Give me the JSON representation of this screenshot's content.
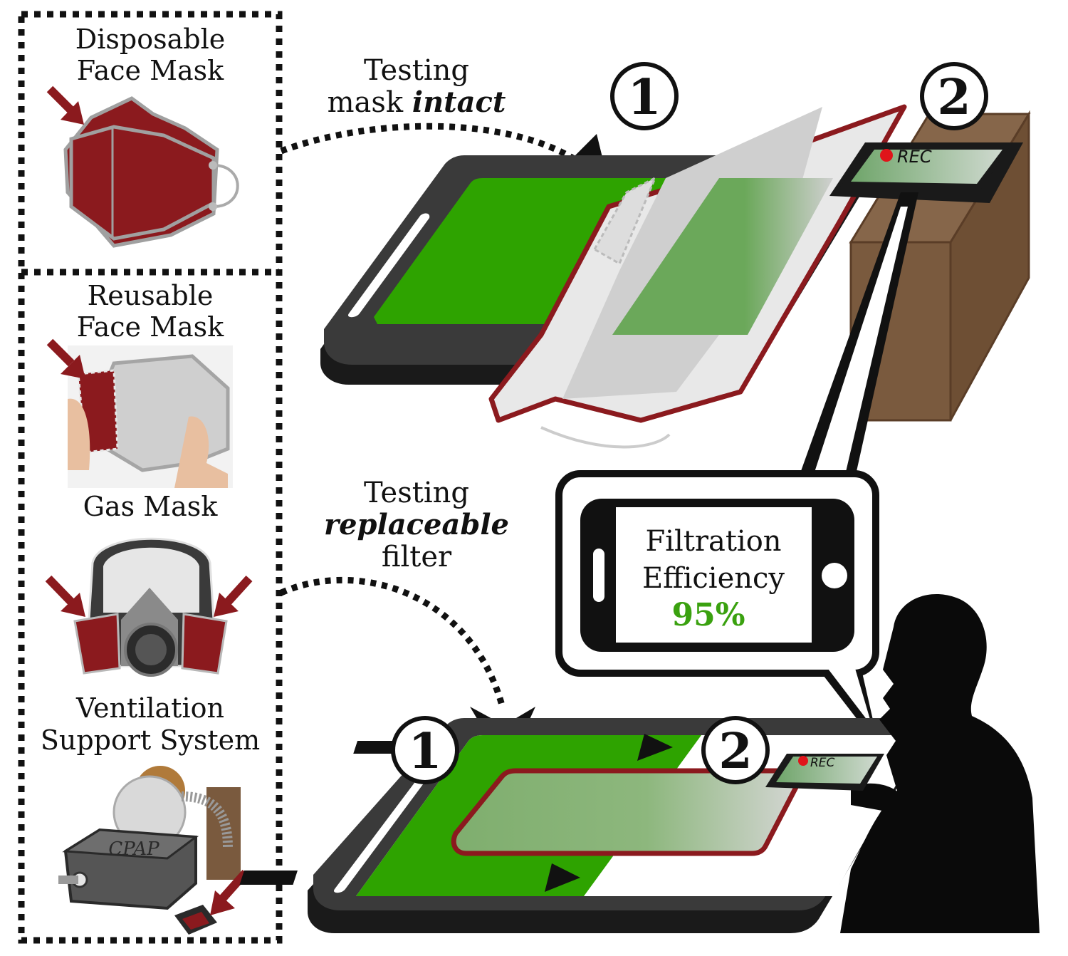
{
  "colors": {
    "mask_red": "#8b1a1e",
    "screen_green": "#2ea300",
    "phone_dark": "#1a1a1a",
    "box_brown": "#7a5a3e",
    "rec_red": "#e0141a",
    "filter_gray": "#cfcfcf",
    "percent_green": "#3aa10f"
  },
  "left_panel": {
    "disposable": {
      "line1": "Disposable",
      "line2": "Face Mask"
    },
    "reusable": {
      "line1": "Reusable",
      "line2": "Face Mask"
    },
    "gas": {
      "line1": "Gas Mask"
    },
    "ventilation": {
      "line1": "Ventilation",
      "line2": "Support System"
    },
    "cpap_label": "CPAP"
  },
  "top_scenario": {
    "caption_line1": "Testing",
    "caption_pre": "mask ",
    "caption_emph": "intact",
    "step1": "1",
    "step2": "2",
    "rec_label": "REC"
  },
  "bottom_scenario": {
    "caption_line1": "Testing",
    "caption_emph": "replaceable",
    "caption_line3": "filter",
    "step1": "1",
    "step2": "2",
    "rec_label": "REC"
  },
  "callout": {
    "line1": "Filtration",
    "line2": "Efficiency",
    "value": "95%"
  },
  "icons": [
    "arrow-icon",
    "phone-icon",
    "mask-icon",
    "gas-mask-icon",
    "cpap-icon",
    "person-silhouette-icon",
    "record-dot-icon"
  ]
}
